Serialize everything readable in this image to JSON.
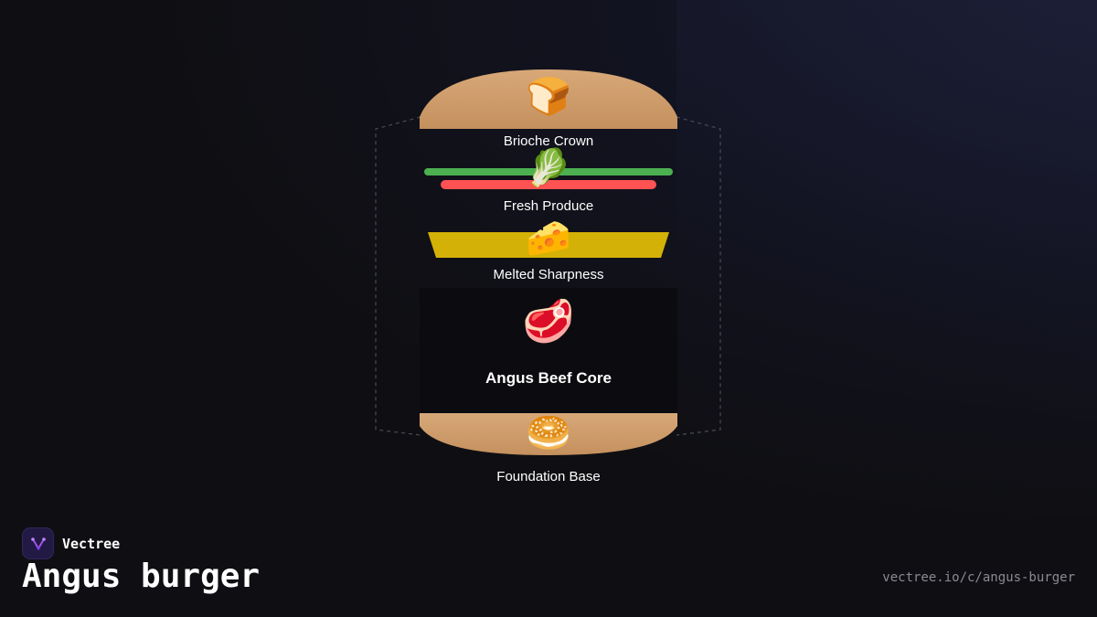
{
  "diagram": {
    "layers": {
      "top_bun": {
        "label": "Brioche Crown",
        "icon": "bread-icon",
        "emoji": "🍞",
        "color": "#d4a574"
      },
      "produce": {
        "label": "Fresh Produce",
        "icon": "lettuce-icon",
        "emoji": "🥬",
        "lettuce_color": "#4caf50",
        "tomato_color": "#ff5252"
      },
      "cheese": {
        "label": "Melted Sharpness",
        "icon": "cheese-icon",
        "emoji": "🧀",
        "color": "#d4b106"
      },
      "patty": {
        "label": "Angus Beef Core",
        "icon": "steak-icon",
        "emoji": "🥩"
      },
      "bottom_bun": {
        "label": "Foundation Base",
        "icon": "bagel-icon",
        "emoji": "🥯",
        "color": "#d4a574"
      }
    }
  },
  "footer": {
    "brand_name": "Vectree",
    "brand_icon": "vectree-logo-icon",
    "brand_color": "#a855f7",
    "title": "Angus burger",
    "url": "vectree.io/c/angus-burger"
  }
}
